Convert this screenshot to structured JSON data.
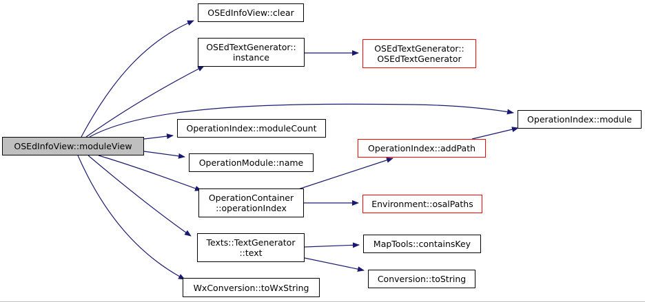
{
  "graph": {
    "edge_color": "#191970",
    "nodes": [
      {
        "id": "root",
        "lines": [
          "OSEdInfoView::moduleView"
        ],
        "style": "root"
      },
      {
        "id": "clear",
        "lines": [
          "OSEdInfoView::clear"
        ],
        "style": "normal"
      },
      {
        "id": "instance",
        "lines": [
          "OSEdTextGenerator::",
          "instance"
        ],
        "style": "normal"
      },
      {
        "id": "ctor",
        "lines": [
          "OSEdTextGenerator::",
          "OSEdTextGenerator"
        ],
        "style": "red"
      },
      {
        "id": "module",
        "lines": [
          "OperationIndex::module"
        ],
        "style": "normal"
      },
      {
        "id": "moduleCount",
        "lines": [
          "OperationIndex::moduleCount"
        ],
        "style": "normal"
      },
      {
        "id": "addPath",
        "lines": [
          "OperationIndex::addPath"
        ],
        "style": "red"
      },
      {
        "id": "name",
        "lines": [
          "OperationModule::name"
        ],
        "style": "normal"
      },
      {
        "id": "opIndex",
        "lines": [
          "OperationContainer",
          "::operationIndex"
        ],
        "style": "normal"
      },
      {
        "id": "osalPaths",
        "lines": [
          "Environment::osalPaths"
        ],
        "style": "red"
      },
      {
        "id": "text",
        "lines": [
          "Texts::TextGenerator",
          "::text"
        ],
        "style": "normal"
      },
      {
        "id": "containsKey",
        "lines": [
          "MapTools::containsKey"
        ],
        "style": "normal"
      },
      {
        "id": "toString",
        "lines": [
          "Conversion::toString"
        ],
        "style": "normal"
      },
      {
        "id": "toWx",
        "lines": [
          "WxConversion::toWxString"
        ],
        "style": "normal"
      }
    ],
    "edges": [
      {
        "from": "root",
        "to": "clear"
      },
      {
        "from": "root",
        "to": "instance"
      },
      {
        "from": "instance",
        "to": "ctor"
      },
      {
        "from": "root",
        "to": "module"
      },
      {
        "from": "root",
        "to": "moduleCount"
      },
      {
        "from": "root",
        "to": "name"
      },
      {
        "from": "root",
        "to": "opIndex"
      },
      {
        "from": "opIndex",
        "to": "addPath"
      },
      {
        "from": "addPath",
        "to": "module"
      },
      {
        "from": "opIndex",
        "to": "osalPaths"
      },
      {
        "from": "root",
        "to": "text"
      },
      {
        "from": "text",
        "to": "containsKey"
      },
      {
        "from": "text",
        "to": "toString"
      },
      {
        "from": "root",
        "to": "toWx"
      }
    ]
  }
}
